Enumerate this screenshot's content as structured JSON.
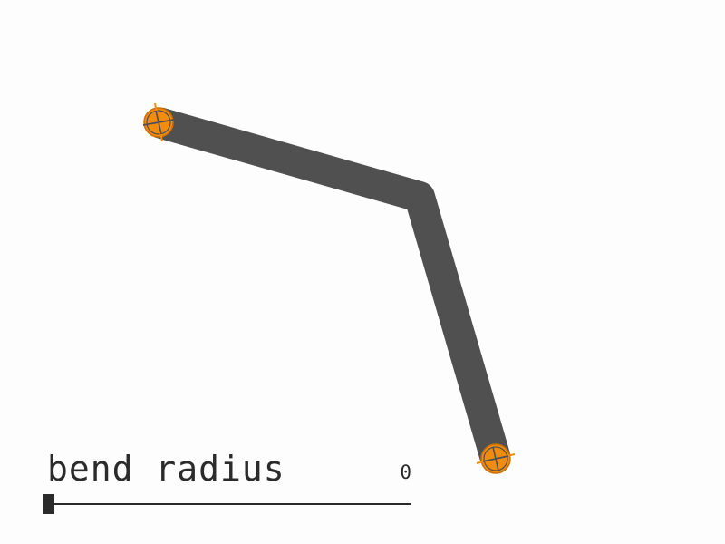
{
  "control": {
    "label": "bend radius",
    "value": "0",
    "min": 0,
    "max": 100,
    "fraction": 0
  },
  "colors": {
    "background": "#fdfdfd",
    "path": "#505050",
    "handle_fill": "#f28c0f",
    "handle_stroke": "#cc7000",
    "text": "#2b2b2b"
  },
  "icons": {
    "handle": "crosshair-icon"
  }
}
